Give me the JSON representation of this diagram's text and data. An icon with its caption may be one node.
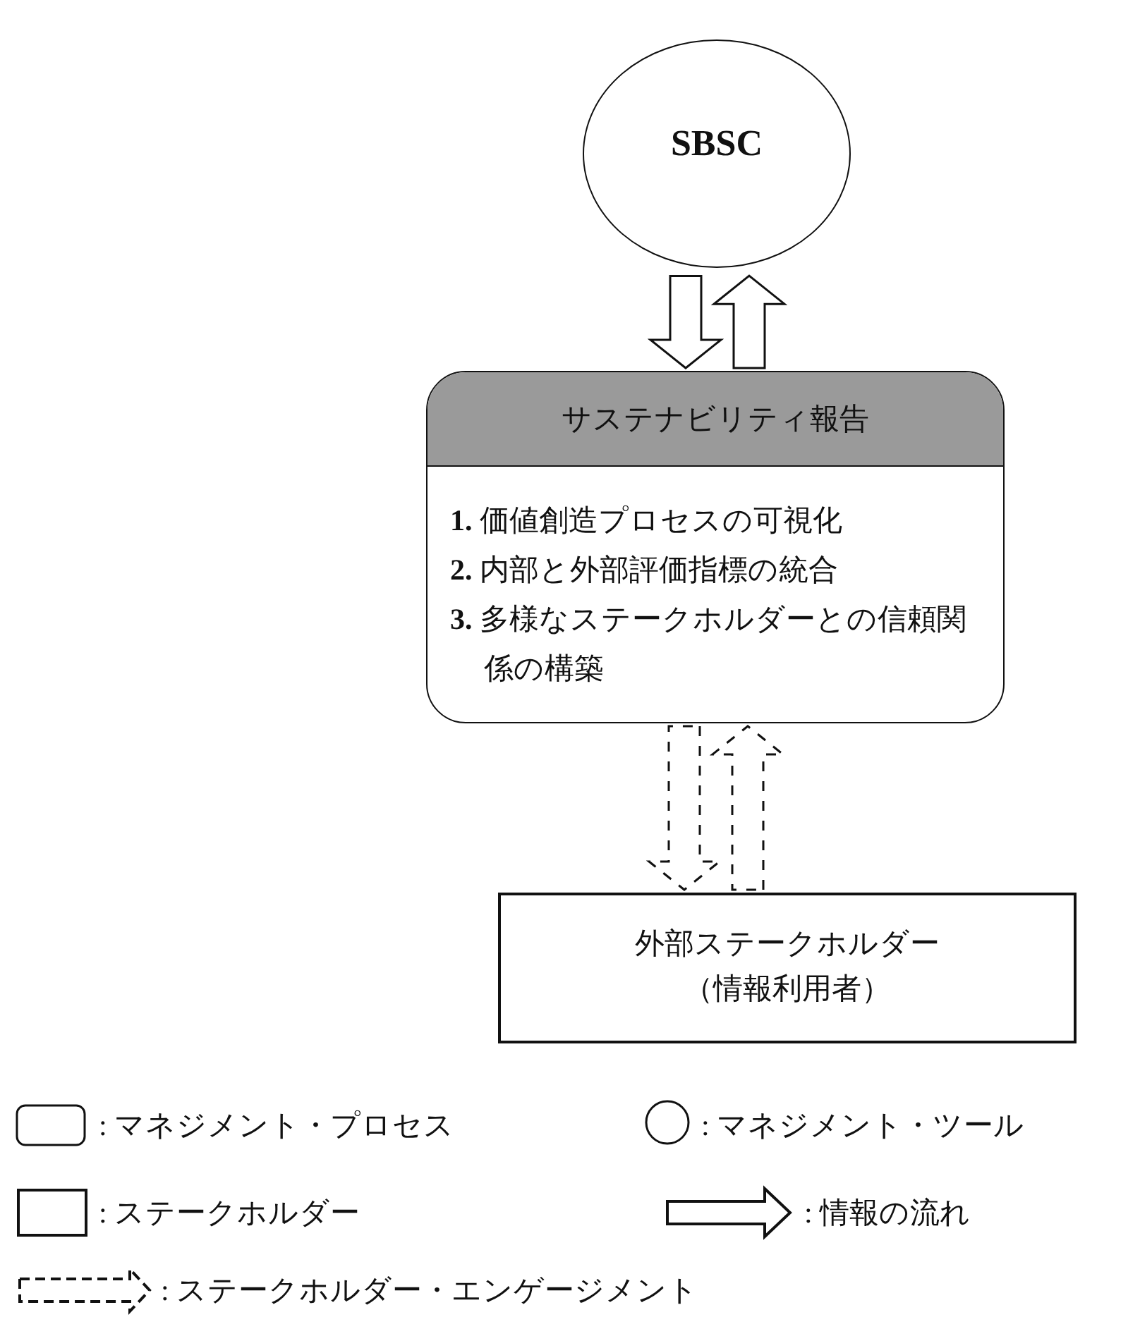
{
  "diagram": {
    "nodes": [
      {
        "text": [
          "SBSC"
        ]
      },
      {
        "text": [
          "サステナビリティ報告",
          "**1.** 価値創造プロセスの可視化",
          "**2.** 内部と外部評価指標の統合",
          "**3.** 多様なステークホルダーとの信頼関係の構築"
        ]
      },
      {
        "text": [
          "外部ステークホルダー",
          "（情報利用者）"
        ]
      }
    ],
    "edges": [
      {
        "from": 0,
        "to": 1,
        "arrow": "to"
      },
      {
        "from": 1,
        "to": 0,
        "arrow": "to"
      },
      {
        "from": 1,
        "to": 2,
        "arrow": "to",
        "style": "dashed"
      },
      {
        "from": 2,
        "to": 1,
        "arrow": "to",
        "style": "dashed"
      }
    ],
    "legend": [
      {
        "text": ": マネジメント・プロセス"
      },
      {
        "text": ": マネジメント・ツール"
      },
      {
        "text": ": ステークホルダー"
      },
      {
        "text": ": 情報の流れ"
      },
      {
        "text": ":  ステークホルダー・エンゲージメント"
      }
    ]
  }
}
